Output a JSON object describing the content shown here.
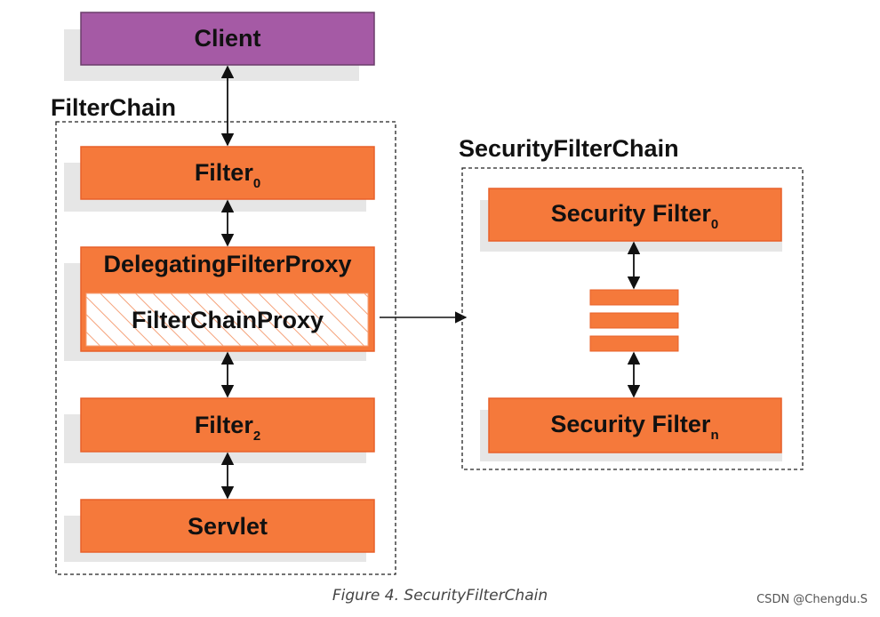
{
  "client": {
    "label": "Client",
    "color": "#a55aa5"
  },
  "filter_chain": {
    "title": "FilterChain",
    "filter0": {
      "label": "Filter",
      "sub": "0"
    },
    "delegating_proxy": {
      "label": "DelegatingFilterProxy"
    },
    "filter_chain_proxy": {
      "label": "FilterChainProxy"
    },
    "filter2": {
      "label": "Filter",
      "sub": "2"
    },
    "servlet": {
      "label": "Servlet"
    }
  },
  "security_filter_chain": {
    "title": "SecurityFilterChain",
    "security_filter0": {
      "label": "Security Filter",
      "sub": "0"
    },
    "security_filtern": {
      "label": "Security Filter",
      "sub": "n"
    }
  },
  "colors": {
    "filter_orange": "#f5793b",
    "filter_border": "#e8612a",
    "client_border": "#6b3d6b"
  },
  "caption": "Figure 4. SecurityFilterChain",
  "watermark": "CSDN @Chengdu.S"
}
